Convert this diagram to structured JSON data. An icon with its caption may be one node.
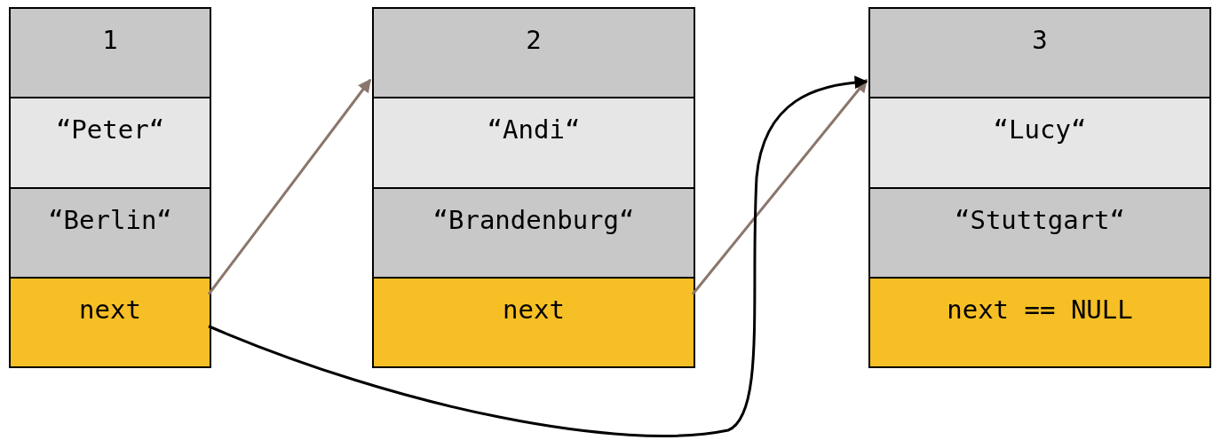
{
  "diagram": {
    "nodes": [
      {
        "text": [],
        "shape": "box"
      },
      {
        "text": [
          "1"
        ],
        "in": 0
      },
      {
        "text": [
          "“Peter“"
        ],
        "in": 0
      },
      {
        "text": [
          "“Berlin“"
        ],
        "in": 0
      },
      {
        "text": [
          "next"
        ],
        "in": 0
      },
      {
        "text": [],
        "shape": "box"
      },
      {
        "text": [
          "2"
        ],
        "in": 5
      },
      {
        "text": [
          "“Andi“"
        ],
        "in": 5
      },
      {
        "text": [
          "“Brandenburg“"
        ],
        "in": 5
      },
      {
        "text": [
          "next"
        ],
        "in": 5
      },
      {
        "text": [],
        "shape": "box"
      },
      {
        "text": [
          "3"
        ],
        "in": 10
      },
      {
        "text": [
          "“Lucy“"
        ],
        "in": 10
      },
      {
        "text": [
          "“Stuttgart“"
        ],
        "in": 10
      },
      {
        "text": [
          "next == NULL"
        ],
        "in": 10
      }
    ],
    "edges": [
      {
        "from": 4,
        "to": 5,
        "arrow": "to"
      },
      {
        "from": 9,
        "to": 10,
        "arrow": "to"
      },
      {
        "from": 4,
        "to": 10,
        "arrow": "to",
        "color": "#000000"
      }
    ]
  }
}
